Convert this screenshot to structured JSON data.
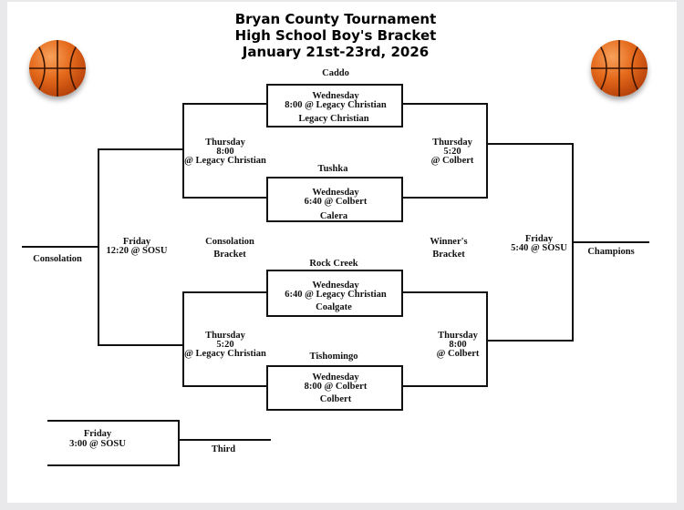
{
  "title": {
    "line1": "Bryan County Tournament",
    "line2": "High School Boy's Bracket",
    "line3": "January 21st-23rd, 2026"
  },
  "icons": {
    "left": "basketball-icon",
    "right": "basketball-icon"
  },
  "games": {
    "g1": {
      "top_team": "Caddo",
      "line1": "Wednesday",
      "line2": "8:00 @ Legacy Christian",
      "bottom_team": "Legacy Christian"
    },
    "g2": {
      "top_team": "Tushka",
      "line1": "Wednesday",
      "line2": "6:40 @ Colbert",
      "bottom_team": "Calera"
    },
    "g3": {
      "top_team": "Rock Creek",
      "line1": "Wednesday",
      "line2": "6:40 @ Legacy Christian",
      "bottom_team": "Coalgate"
    },
    "g4": {
      "top_team": "Tishomingo",
      "line1": "Wednesday",
      "line2": "8:00 @ Colbert",
      "bottom_team": "Colbert"
    }
  },
  "consolation_bracket": {
    "semi_top": {
      "line1": "Thursday",
      "line2": "8:00",
      "line3": "@ Legacy Christian"
    },
    "semi_bottom": {
      "line1": "Thursday",
      "line2": "5:20",
      "line3": "@ Legacy Christian"
    },
    "final": {
      "line1": "Friday",
      "line2": "12:20 @ SOSU"
    },
    "label_line1": "Consolation",
    "label_line2": "Bracket",
    "result_label": "Consolation"
  },
  "winners_bracket": {
    "semi_top": {
      "line1": "Thursday",
      "line2": "5:20",
      "line3": "@ Colbert"
    },
    "semi_bottom": {
      "line1": "Thursday",
      "line2": "8:00",
      "line3": "@ Colbert"
    },
    "final": {
      "line1": "Friday",
      "line2": "5:40 @ SOSU"
    },
    "label_line1": "Winner's",
    "label_line2": "Bracket",
    "result_label": "Champions"
  },
  "third_place": {
    "line1": "Friday",
    "line2": "3:00 @ SOSU",
    "result_label": "Third"
  }
}
